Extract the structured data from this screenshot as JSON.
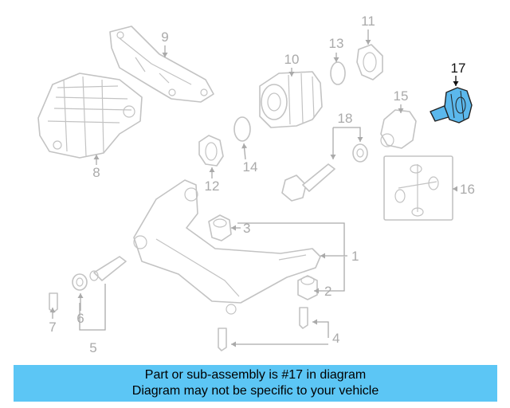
{
  "colors": {
    "inactive": "#aaaaaa",
    "active": "#111111",
    "highlight": "#5bb8ec",
    "banner": "#5cc6f5"
  },
  "callouts": [
    {
      "id": "c1",
      "label": "1",
      "active": false
    },
    {
      "id": "c2",
      "label": "2",
      "active": false
    },
    {
      "id": "c3",
      "label": "3",
      "active": false
    },
    {
      "id": "c4",
      "label": "4",
      "active": false
    },
    {
      "id": "c5",
      "label": "5",
      "active": false
    },
    {
      "id": "c6",
      "label": "6",
      "active": false
    },
    {
      "id": "c7",
      "label": "7",
      "active": false
    },
    {
      "id": "c8",
      "label": "8",
      "active": false
    },
    {
      "id": "c9",
      "label": "9",
      "active": false
    },
    {
      "id": "c10",
      "label": "10",
      "active": false
    },
    {
      "id": "c11",
      "label": "11",
      "active": false
    },
    {
      "id": "c12",
      "label": "12",
      "active": false
    },
    {
      "id": "c13",
      "label": "13",
      "active": false
    },
    {
      "id": "c14",
      "label": "14",
      "active": false
    },
    {
      "id": "c15",
      "label": "15",
      "active": false
    },
    {
      "id": "c16",
      "label": "16",
      "active": false
    },
    {
      "id": "c17",
      "label": "17",
      "active": true
    },
    {
      "id": "c18",
      "label": "18",
      "active": false
    }
  ],
  "banner": {
    "line1": "Part or sub-assembly is #17 in diagram",
    "line2": "Diagram may not be specific to your vehicle"
  }
}
